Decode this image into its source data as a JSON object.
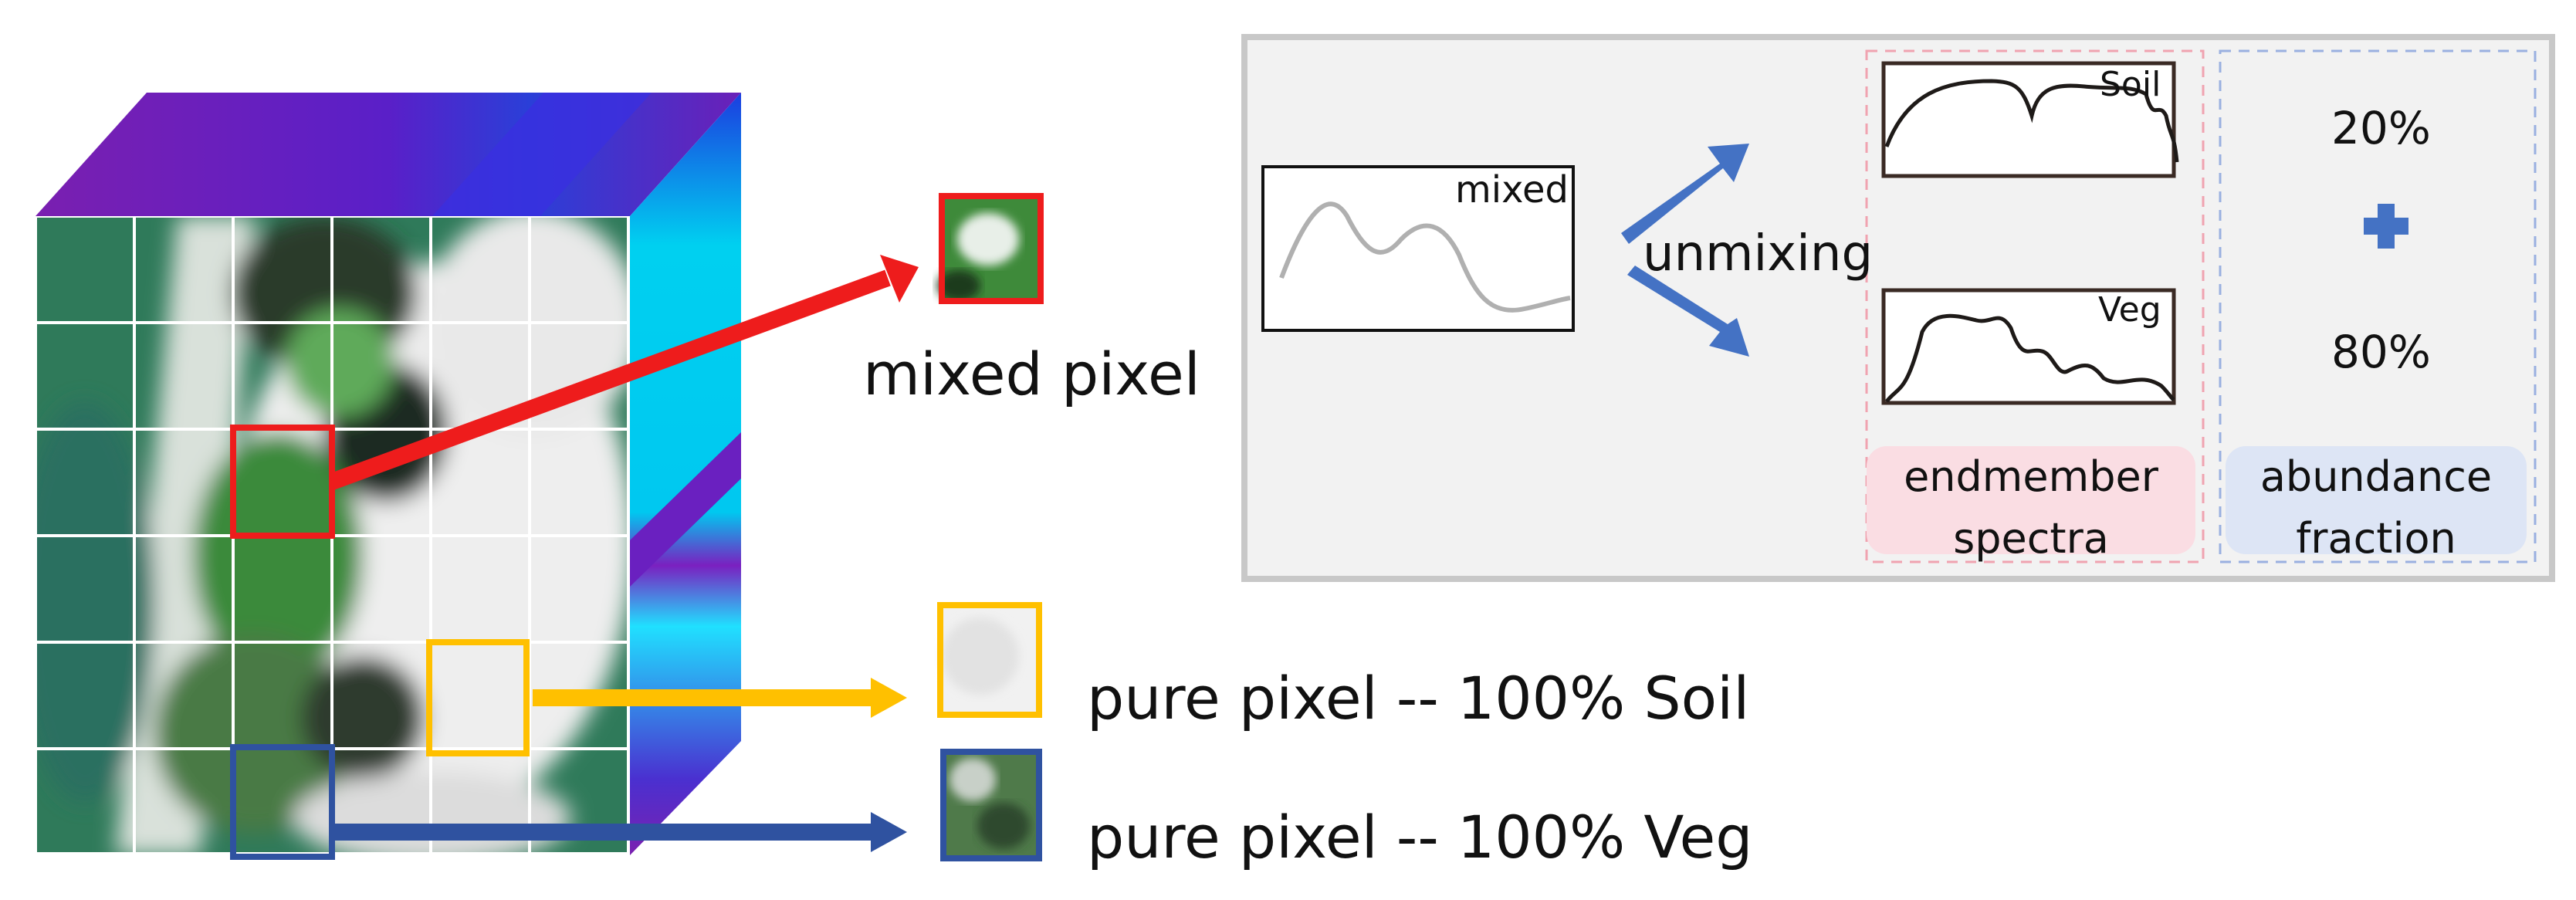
{
  "figure": {
    "labels": {
      "mixed_pixel": "mixed pixel",
      "pure_soil": "pure pixel -- 100%  Soil",
      "pure_veg": "pure pixel -- 100%  Veg"
    },
    "panel": {
      "mixed_spectrum_label": "mixed",
      "unmixing_label": "unmixing",
      "endmembers": [
        "Soil",
        "Veg"
      ],
      "abundances": [
        "20%",
        "80%"
      ],
      "endmember_caption": [
        "endmember",
        "spectra"
      ],
      "abundance_caption": [
        "abundance",
        "fraction"
      ]
    },
    "colors": {
      "mixed_highlight": "#ee1c1c",
      "soil_highlight": "#ffc000",
      "veg_highlight": "#2f52a0",
      "arrow_blue": "#4472c4",
      "panel_bg": "#f2f2f2",
      "panel_border": "#c8c8c8",
      "endmember_region": "#fadde3",
      "abundance_region": "#dde5f5"
    },
    "icons": [
      "plus-icon",
      "arrow-up-right-icon",
      "arrow-down-right-icon"
    ]
  }
}
